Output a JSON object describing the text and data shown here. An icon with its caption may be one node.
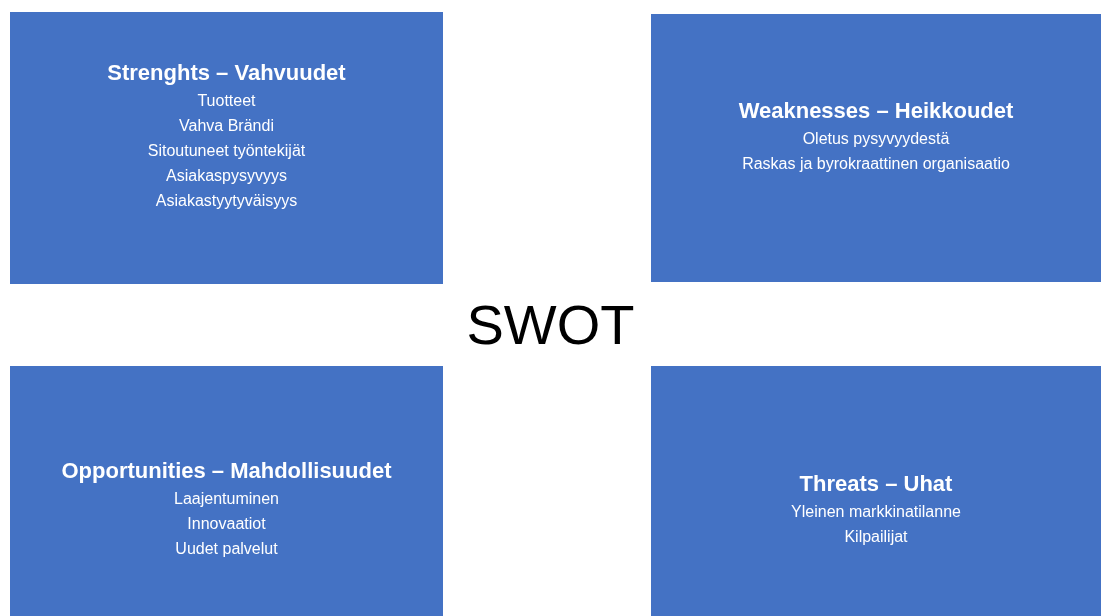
{
  "diagram": {
    "title": "SWOT",
    "nodes": [
      {
        "text": [
          "Strenghts – Vahvuudet",
          "Tuotteet",
          "Vahva Brändi",
          "Sitoutuneet työntekijät",
          "Asiakaspysyvyys",
          "Asiakastyytyväisyys"
        ]
      },
      {
        "text": [
          "Weaknesses – Heikkoudet",
          "Oletus pysyvyydestä",
          "Raskas ja byrokraattinen organisaatio"
        ]
      },
      {
        "text": [
          "Opportunities – Mahdollisuudet",
          "Laajentuminen",
          "Innovaatiot",
          "Uudet palvelut"
        ]
      },
      {
        "text": [
          "Threats – Uhat",
          "Yleinen markkinatilanne",
          "Kilpailijat"
        ]
      }
    ]
  }
}
